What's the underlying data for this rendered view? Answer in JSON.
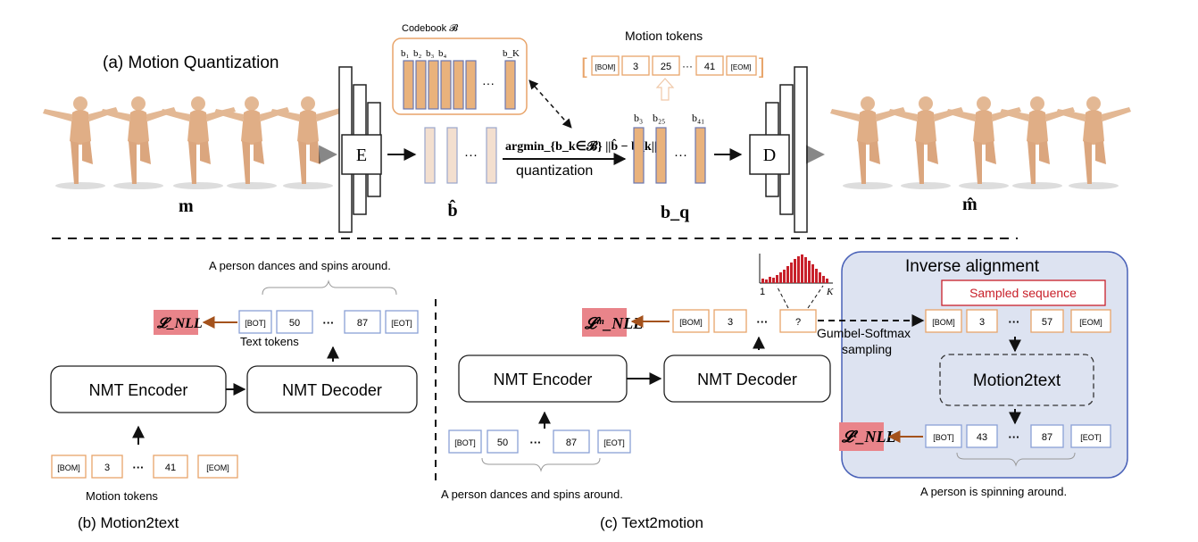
{
  "panel_a": {
    "title": "(a) Motion Quantization",
    "codebook_label": "Codebook 𝓑",
    "codebook_entries": [
      "b₁",
      "b₂",
      "b₃",
      "b₄",
      "b_K"
    ],
    "ellipsis": "···",
    "encoder": "E",
    "decoder": "D",
    "b_hat": "b̂",
    "argmin": "argmin_{b_k∈𝓑} ||b̂ − b_k||",
    "quantization": "quantization",
    "quantized_labels": [
      "b₃",
      "b₂₅",
      "b₄₁"
    ],
    "b_q": "b_q",
    "m": "m",
    "m_hat": "m̂",
    "motion_tokens_title": "Motion tokens",
    "motion_tokens": [
      "[BOM]",
      "3",
      "25",
      "···",
      "41",
      "[EOM]"
    ]
  },
  "panel_b": {
    "title": "(b) Motion2text",
    "caption_top": "A person dances and spins around.",
    "loss": "𝓛_NLL",
    "text_tokens": [
      "[BOT]",
      "50",
      "···",
      "87",
      "[EOT]"
    ],
    "text_tokens_label": "Text tokens",
    "encoder": "NMT Encoder",
    "decoder": "NMT Decoder",
    "motion_tokens": [
      "[BOM]",
      "3",
      "···",
      "41",
      "[EOM]"
    ],
    "motion_tokens_label": "Motion tokens"
  },
  "panel_c": {
    "title": "(c) Text2motion",
    "loss_m": "𝓛ᵐ_NLL",
    "motion_tokens": [
      "[BOM]",
      "3",
      "···",
      "?"
    ],
    "hist_from": "1",
    "hist_to": "K",
    "encoder": "NMT Encoder",
    "decoder": "NMT Decoder",
    "text_tokens": [
      "[BOT]",
      "50",
      "···",
      "87",
      "[EOT]"
    ],
    "caption_bottom": "A person dances and spins around.",
    "gumbel": "Gumbel-Softmax",
    "sampling": "sampling",
    "inverse_title": "Inverse alignment",
    "sampled_sequence": "Sampled sequence",
    "sampled_tokens": [
      "[BOM]",
      "3",
      "···",
      "57",
      "[EOM]"
    ],
    "motion2text": "Motion2text",
    "out_tokens": [
      "[BOT]",
      "43",
      "···",
      "87",
      "[EOT]"
    ],
    "loss_t": "𝓛ᵗ_NLL",
    "caption_out": "A person is spinning around."
  },
  "colors": {
    "orange": "#e8a46a",
    "orange_fill": "#e9b27c",
    "blue_border": "#8aa0d6",
    "loss_fill": "#e9848a",
    "inverse_bg": "#dde3f1",
    "inverse_border": "#4a62b8",
    "red": "#c8202a",
    "arrow_brown": "#a4521c"
  }
}
